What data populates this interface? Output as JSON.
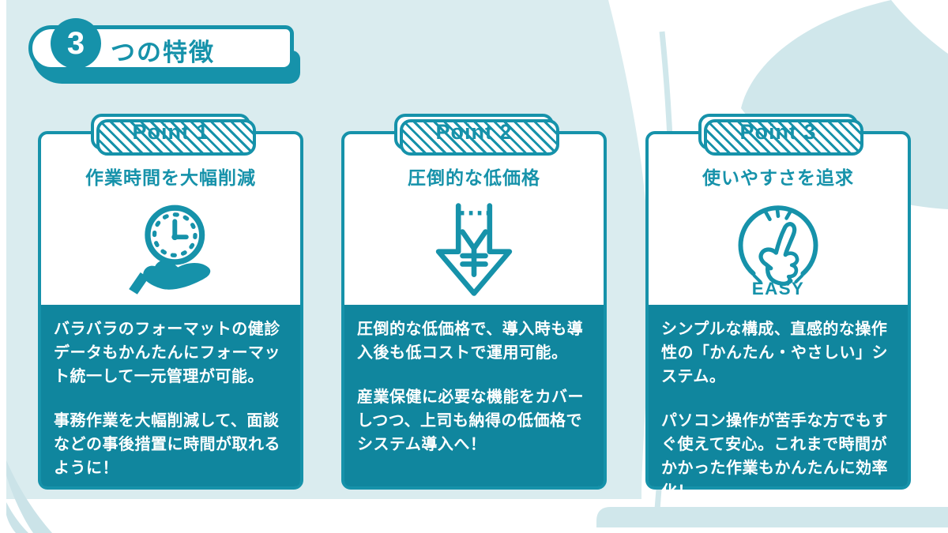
{
  "colors": {
    "accent": "#1692AA",
    "card_body": "#10869E",
    "bg_base": "#DAECEF",
    "bg_wave": "#D0E7EB",
    "text_on_teal": "#FFFFFF"
  },
  "banner": {
    "number": "3",
    "label": "つの特徴"
  },
  "cards": [
    {
      "badge": "Point 1",
      "title": "作業時間を大幅削減",
      "icon": "hand-holding-clock-icon",
      "paragraphs": [
        "バラバラのフォーマットの健診データもかんたんにフォーマット統一して一元管理が可能。",
        "事務作業を大幅削減して、面談などの事後措置に時間が取れるように！"
      ]
    },
    {
      "badge": "Point 2",
      "title": "圧倒的な低価格",
      "icon": "yen-price-down-arrow-icon",
      "paragraphs": [
        "圧倒的な低価格で、導入時も導入後も低コストで運用可能。",
        "産業保健に必要な機能をカバーしつつ、上司も納得の低価格でシステム導入へ！"
      ]
    },
    {
      "badge": "Point 3",
      "title": "使いやすさを追求",
      "icon": "easy-finger-snap-icon",
      "icon_label": "EASY",
      "paragraphs": [
        "シンプルな構成、直感的な操作性の「かんたん・やさしい」システム。",
        "パソコン操作が苦手な方でもすぐ使えて安心。これまで時間がかかった作業もかんたんに効率化！"
      ]
    }
  ]
}
